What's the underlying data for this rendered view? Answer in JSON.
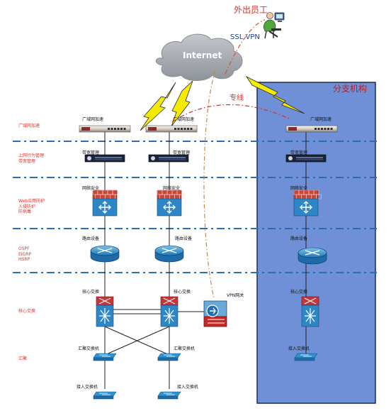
{
  "title": {
    "remote_staff": "外出员工",
    "ssl_vpn": "SSL VPN",
    "internet": "Internet",
    "dedicated_line": "专线",
    "branch": "分支机构",
    "vpn_gateway": "VPN网关"
  },
  "layers": [
    "广域网加速",
    "上网行为管理\n带宽管理",
    "Web应用防护\n入侵防护\n防病毒",
    "OSPF\nEIGRP\nHSRP",
    "核心交换",
    "汇聚"
  ],
  "devices": {
    "wan_accel": "广域网加速",
    "bandwidth_mgmt": "带宽管理",
    "net_security": "网络安全",
    "router": "路由设备",
    "core_switch": "核心交换",
    "agg_switch": "汇聚交换机",
    "access_switch": "接入交换机"
  },
  "colors": {
    "branch_bg": "#6f90d6",
    "cloud": "#a0a4ab",
    "lightning": "#f5ea00",
    "accent_red": "#e0302a",
    "layer_line": "#2b6cb3"
  }
}
